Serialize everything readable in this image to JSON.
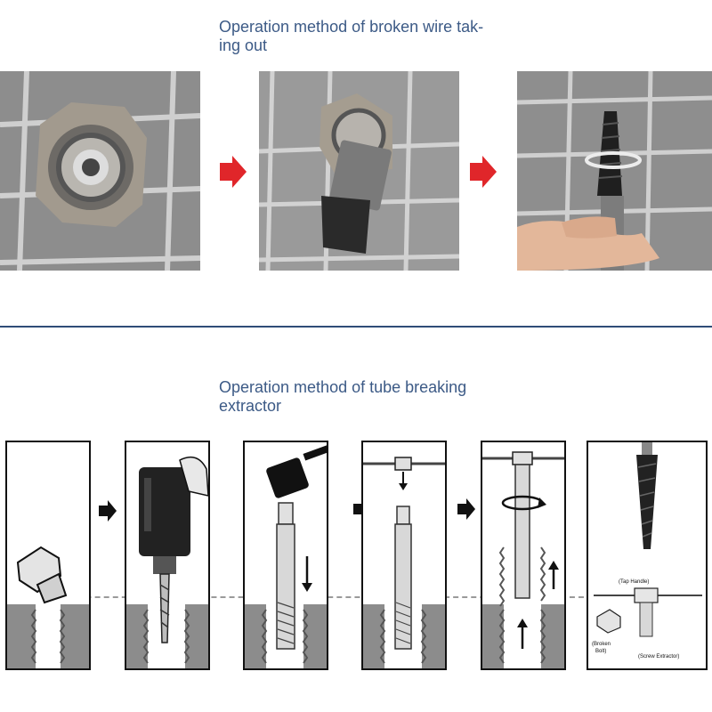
{
  "titles": {
    "wire": "Operation method of broken wire tak-\ning out",
    "tube": "Operation method of tube breaking\nextractor"
  },
  "diagram_labels": {
    "tap_handle": "(Tap Handle)",
    "broken_bolt_1": "(Broken",
    "broken_bolt_2": "Bolt)",
    "screw_extractor": "(Screw Extractor)"
  },
  "colors": {
    "title": "#3c5a86",
    "divider": "#2f4d78",
    "arrow_red": "#e0262a",
    "tile": "#8a8a8a",
    "grout": "#c8c8c8",
    "shade": "#8c8c8c"
  },
  "icons": {
    "step_arrow_photo": "red-right-arrow-icon",
    "step_arrow_diagram": "black-right-arrow-icon",
    "rotate": "rotate-arrow-icon",
    "hammer": "hammer-icon",
    "drill": "power-drill-icon"
  }
}
